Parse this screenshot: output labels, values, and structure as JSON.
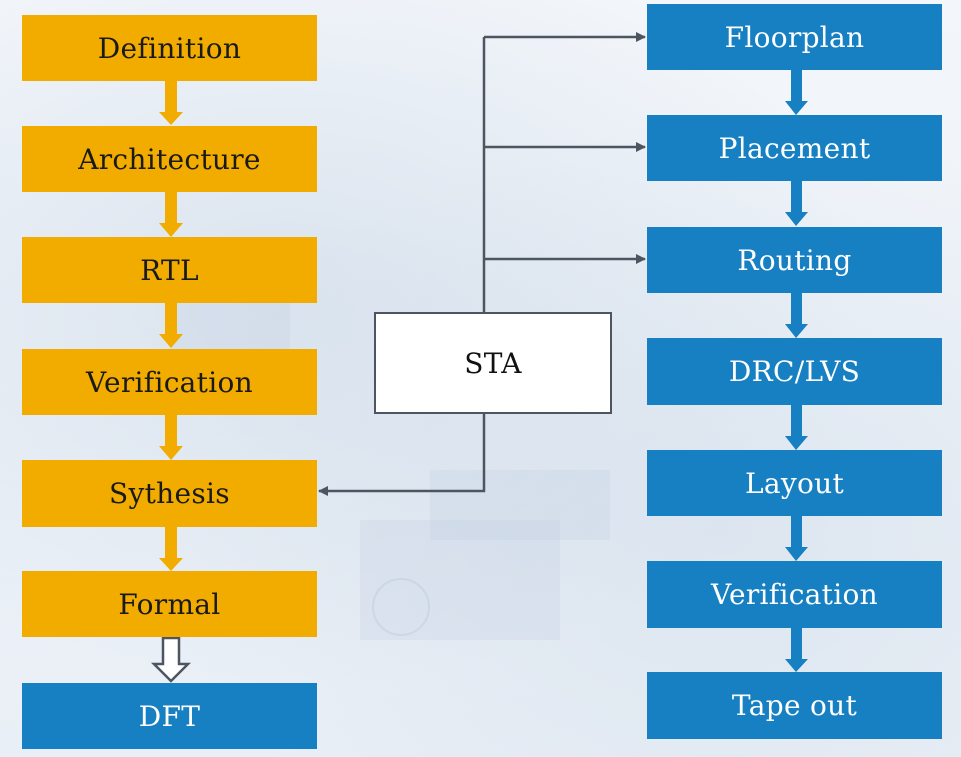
{
  "diagram": {
    "front_end_flow": [
      "Definition",
      "Architecture",
      "RTL",
      "Verification",
      "Sythesis",
      "Formal",
      "DFT"
    ],
    "back_end_flow": [
      "Floorplan",
      "Placement",
      "Routing",
      "DRC/LVS",
      "Layout",
      "Verification",
      "Tape out"
    ],
    "sta_label": "STA",
    "colors": {
      "front_end_box": "#f2ac00",
      "back_end_box": "#1680c2",
      "connector": "#4d5560",
      "sta_border": "#4d5560"
    }
  }
}
